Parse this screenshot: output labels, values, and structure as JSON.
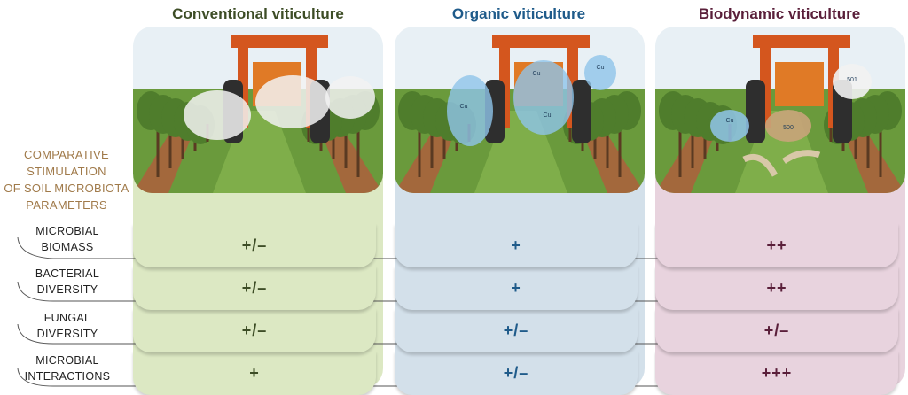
{
  "side_title": [
    "COMPARATIVE",
    "STIMULATION",
    "OF SOIL MICROBIOTA",
    "PARAMETERS"
  ],
  "row_labels": [
    [
      "MICROBIAL",
      "BIOMASS"
    ],
    [
      "BACTERIAL",
      "DIVERSITY"
    ],
    [
      "FUNGAL",
      "DIVERSITY"
    ],
    [
      "MICROBIAL",
      "INTERACTIONS"
    ]
  ],
  "columns": [
    {
      "title": "Conventional viticulture",
      "title_color": "#3d4d26",
      "bg_color": "#dce8c3",
      "value_color": "#3d4d26",
      "values": [
        "+/–",
        "+/–",
        "+/–",
        "+"
      ],
      "overlay_labels": []
    },
    {
      "title": "Organic viticulture",
      "title_color": "#1f5b8a",
      "bg_color": "#d3e0ea",
      "value_color": "#1f5b8a",
      "values": [
        "+",
        "+",
        "+/–",
        "+/–"
      ],
      "overlay_labels": [
        "Cu",
        "Cu",
        "Cu",
        "Cu"
      ]
    },
    {
      "title": "Biodynamic viticulture",
      "title_color": "#5a1f3a",
      "bg_color": "#e8d3de",
      "value_color": "#5a1f3a",
      "values": [
        "++",
        "++",
        "+/–",
        "+++"
      ],
      "overlay_labels": [
        "Cu",
        "500",
        "501"
      ]
    }
  ]
}
